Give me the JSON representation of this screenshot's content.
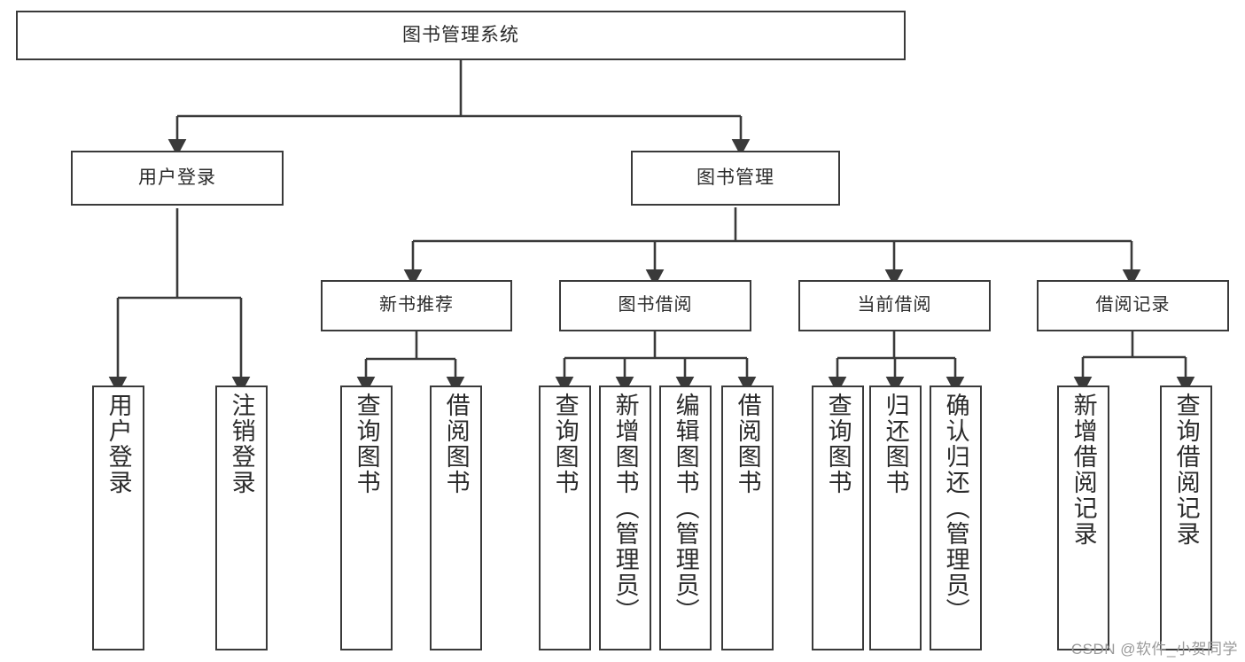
{
  "diagram": {
    "title": "图书管理系统",
    "type": "tree-hierarchy",
    "watermark": "CSDN @软件_小贺同学",
    "colors": {
      "stroke": "#3a3a3a",
      "fill": "#ffffff",
      "text": "#2b2b2b",
      "watermark": "#9a9a9a"
    },
    "nodes": {
      "root": {
        "label": "图书管理系统"
      },
      "level2": [
        {
          "id": "user-login",
          "label": "用户登录"
        },
        {
          "id": "book-manage",
          "label": "图书管理"
        }
      ],
      "level3": [
        {
          "id": "new-book-recommend",
          "label": "新书推荐"
        },
        {
          "id": "book-borrow",
          "label": "图书借阅"
        },
        {
          "id": "current-borrow",
          "label": "当前借阅"
        },
        {
          "id": "borrow-record",
          "label": "借阅记录"
        }
      ],
      "leaves": {
        "user_login": [
          {
            "id": "leaf-user-login",
            "label": "用户登录"
          },
          {
            "id": "leaf-logout-login",
            "label": "注销登录"
          }
        ],
        "new_book_recommend": [
          {
            "id": "leaf-query-book-1",
            "label": "查询图书"
          },
          {
            "id": "leaf-borrow-book-1",
            "label": "借阅图书"
          }
        ],
        "book_borrow": [
          {
            "id": "leaf-query-book-2",
            "label": "查询图书"
          },
          {
            "id": "leaf-add-book",
            "label": "新增图书（管理员）"
          },
          {
            "id": "leaf-edit-book",
            "label": "编辑图书（管理员）"
          },
          {
            "id": "leaf-borrow-book-2",
            "label": "借阅图书"
          }
        ],
        "current_borrow": [
          {
            "id": "leaf-query-book-3",
            "label": "查询图书"
          },
          {
            "id": "leaf-return-book",
            "label": "归还图书"
          },
          {
            "id": "leaf-confirm-return",
            "label": "确认归还（管理员）"
          }
        ],
        "borrow_record": [
          {
            "id": "leaf-add-record",
            "label": "新增借阅记录"
          },
          {
            "id": "leaf-query-record",
            "label": "查询借阅记录"
          }
        ]
      }
    },
    "edges": [
      {
        "from": "图书管理系统",
        "to": "用户登录"
      },
      {
        "from": "图书管理系统",
        "to": "图书管理"
      },
      {
        "from": "用户登录",
        "to": "用户登录"
      },
      {
        "from": "用户登录",
        "to": "注销登录"
      },
      {
        "from": "图书管理",
        "to": "新书推荐"
      },
      {
        "from": "图书管理",
        "to": "图书借阅"
      },
      {
        "from": "图书管理",
        "to": "当前借阅"
      },
      {
        "from": "图书管理",
        "to": "借阅记录"
      },
      {
        "from": "新书推荐",
        "to": "查询图书"
      },
      {
        "from": "新书推荐",
        "to": "借阅图书"
      },
      {
        "from": "图书借阅",
        "to": "查询图书"
      },
      {
        "from": "图书借阅",
        "to": "新增图书（管理员）"
      },
      {
        "from": "图书借阅",
        "to": "编辑图书（管理员）"
      },
      {
        "from": "图书借阅",
        "to": "借阅图书"
      },
      {
        "from": "当前借阅",
        "to": "查询图书"
      },
      {
        "from": "当前借阅",
        "to": "归还图书"
      },
      {
        "from": "当前借阅",
        "to": "确认归还（管理员）"
      },
      {
        "from": "借阅记录",
        "to": "新增借阅记录"
      },
      {
        "from": "借阅记录",
        "to": "查询借阅记录"
      }
    ]
  }
}
